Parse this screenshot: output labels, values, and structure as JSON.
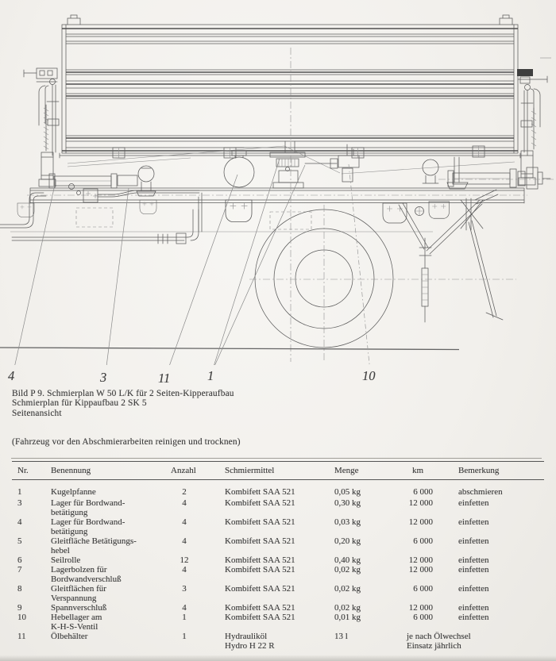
{
  "colors": {
    "paper": "#f2f0ec",
    "ink": "#3a3a3a",
    "line": "#5c5c5c"
  },
  "figure": {
    "description": "side-view-technical-drawing-of-tipper-truck-body",
    "callouts": {
      "c0": "4",
      "c1": "3",
      "c2": "11",
      "c3": "1",
      "c4": "10"
    }
  },
  "caption": {
    "line1": "Bild P 9. Schmierplan W 50 L/K für 2 Seiten-Kipperaufbau",
    "line2": "Schmierplan für Kippaufbau 2 SK 5",
    "line3": "Seitenansicht",
    "note": "(Fahrzeug vor den Abschmierarbeiten reinigen und trocknen)"
  },
  "table": {
    "headers": {
      "nr": "Nr.",
      "benennung": "Benennung",
      "anzahl": "Anzahl",
      "schmiermittel": "Schmiermittel",
      "menge": "Menge",
      "km": "km",
      "bemerkung": "Bemerkung"
    },
    "rows": [
      {
        "nr": "1",
        "name1": "Kugelpfanne",
        "name2": "",
        "anzahl": "2",
        "mittel1": "Kombifett SAA 521",
        "mittel2": "",
        "menge": "0,05 kg",
        "km": "6 000",
        "bem1": "abschmieren",
        "bem2": ""
      },
      {
        "nr": "3",
        "name1": "Lager für Bordwand-",
        "name2": "betätigung",
        "anzahl": "4",
        "mittel1": "Kombifett SAA 521",
        "mittel2": "",
        "menge": "0,30 kg",
        "km": "12 000",
        "bem1": "einfetten",
        "bem2": ""
      },
      {
        "nr": "4",
        "name1": "Lager für Bordwand-",
        "name2": "betätigung",
        "anzahl": "4",
        "mittel1": "Kombifett SAA 521",
        "mittel2": "",
        "menge": "0,03 kg",
        "km": "12 000",
        "bem1": "einfetten",
        "bem2": ""
      },
      {
        "nr": "5",
        "name1": "Gleitfläche Betätigungs-",
        "name2": "hebel",
        "anzahl": "4",
        "mittel1": "Kombifett SAA 521",
        "mittel2": "",
        "menge": "0,20 kg",
        "km": "6 000",
        "bem1": "einfetten",
        "bem2": ""
      },
      {
        "nr": "6",
        "name1": "Seilrolle",
        "name2": "",
        "anzahl": "12",
        "mittel1": "Kombifett SAA 521",
        "mittel2": "",
        "menge": "0,40 kg",
        "km": "12 000",
        "bem1": "einfetten",
        "bem2": ""
      },
      {
        "nr": "7",
        "name1": "Lagerbolzen für",
        "name2": "Bordwandverschluß",
        "anzahl": "4",
        "mittel1": "Kombifett SAA 521",
        "mittel2": "",
        "menge": "0,02 kg",
        "km": "12 000",
        "bem1": "einfetten",
        "bem2": ""
      },
      {
        "nr": "8",
        "name1": "Gleitflächen für",
        "name2": "Verspannung",
        "anzahl": "3",
        "mittel1": "Kombifett SAA 521",
        "mittel2": "",
        "menge": "0,02 kg",
        "km": "6 000",
        "bem1": "einfetten",
        "bem2": ""
      },
      {
        "nr": "9",
        "name1": "Spannverschluß",
        "name2": "",
        "anzahl": "4",
        "mittel1": "Kombifett SAA 521",
        "mittel2": "",
        "menge": "0,02 kg",
        "km": "12 000",
        "bem1": "einfetten",
        "bem2": ""
      },
      {
        "nr": "10",
        "name1": "Hebellager am",
        "name2": "K-H-S-Ventil",
        "anzahl": "1",
        "mittel1": "Kombifett SAA 521",
        "mittel2": "",
        "menge": "0,01 kg",
        "km": "6 000",
        "bem1": "einfetten",
        "bem2": ""
      },
      {
        "nr": "11",
        "name1": "Ölbehälter",
        "name2": "",
        "anzahl": "1",
        "mittel1": "Hydrauliköl",
        "mittel2": "Hydro H 22 R",
        "menge": "13 l",
        "note1": "je nach Ölwechsel",
        "note2": "Einsatz jährlich"
      }
    ]
  }
}
